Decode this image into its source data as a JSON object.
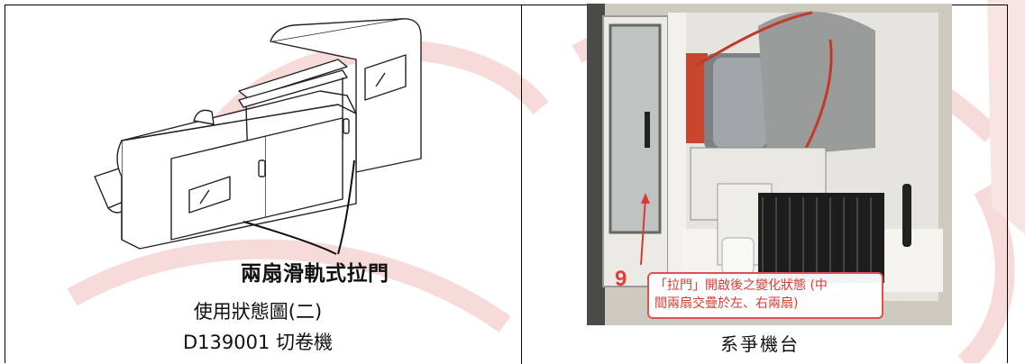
{
  "left_cell": {
    "callout_label": "兩扇滑軌式拉門",
    "caption_line1": "使用狀態圖(二)",
    "caption_line2": "D139001 切卷機"
  },
  "right_cell": {
    "photo_annotation_number": "9",
    "photo_annotation_text_line1": "「拉門」開啟後之變化狀態 (中",
    "photo_annotation_text_line2": "間兩扇交疊於左、右兩扇)",
    "caption": "系爭機台"
  },
  "colors": {
    "annotation_red": "#d83a35",
    "watermark_pink": "#f6d6d6"
  }
}
